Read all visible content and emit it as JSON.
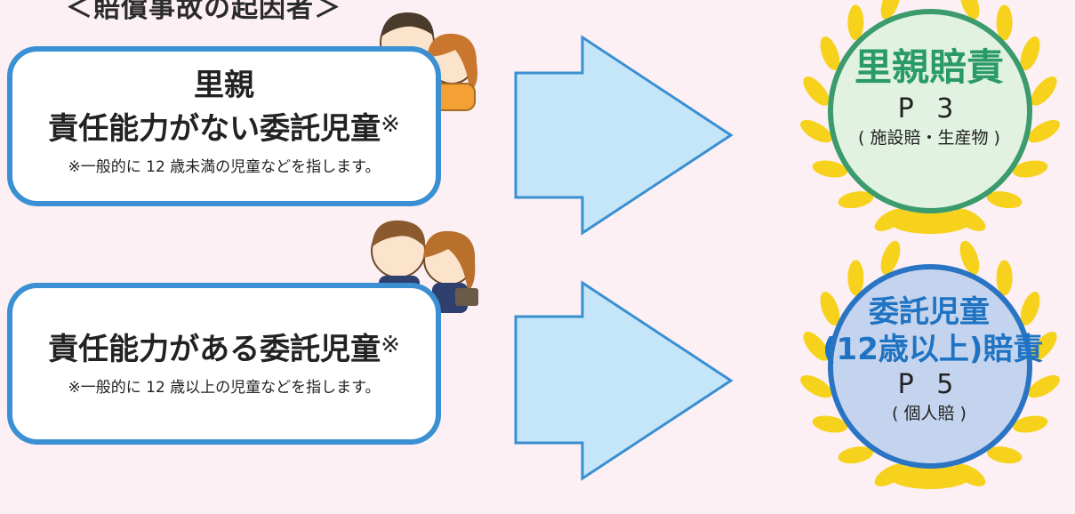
{
  "heading": "＜賠償事故の起因者＞",
  "box1": {
    "line1": "里親",
    "line2": "責任能力がない委託児童",
    "mark": "※",
    "note": "※一般的に 12 歳未満の児童などを指します。"
  },
  "box2": {
    "line2": "責任能力がある委託児童",
    "mark": "※",
    "note": "※一般的に 12 歳以上の児童などを指します。"
  },
  "badge1": {
    "title": "里親賠責",
    "page": "P 3",
    "sub": "( 施設賠・生産物 )"
  },
  "badge2": {
    "title1": "委託児童",
    "title2": "(12歳以上)賠責",
    "page": "P 5",
    "sub": "( 個人賠 )"
  },
  "colors": {
    "box_border": "#3a90d2",
    "arrow_fill": "#c5e6f8",
    "arrow_stroke": "#3a8fd0",
    "laurel": "#f7d21d",
    "badge1_fill": "#e2f2e2",
    "badge1_border": "#3c9b6c",
    "badge1_title": "#2a9a6a",
    "badge2_fill": "#c5d4ee",
    "badge2_border": "#2a74c4",
    "badge2_title": "#1f73c3"
  }
}
